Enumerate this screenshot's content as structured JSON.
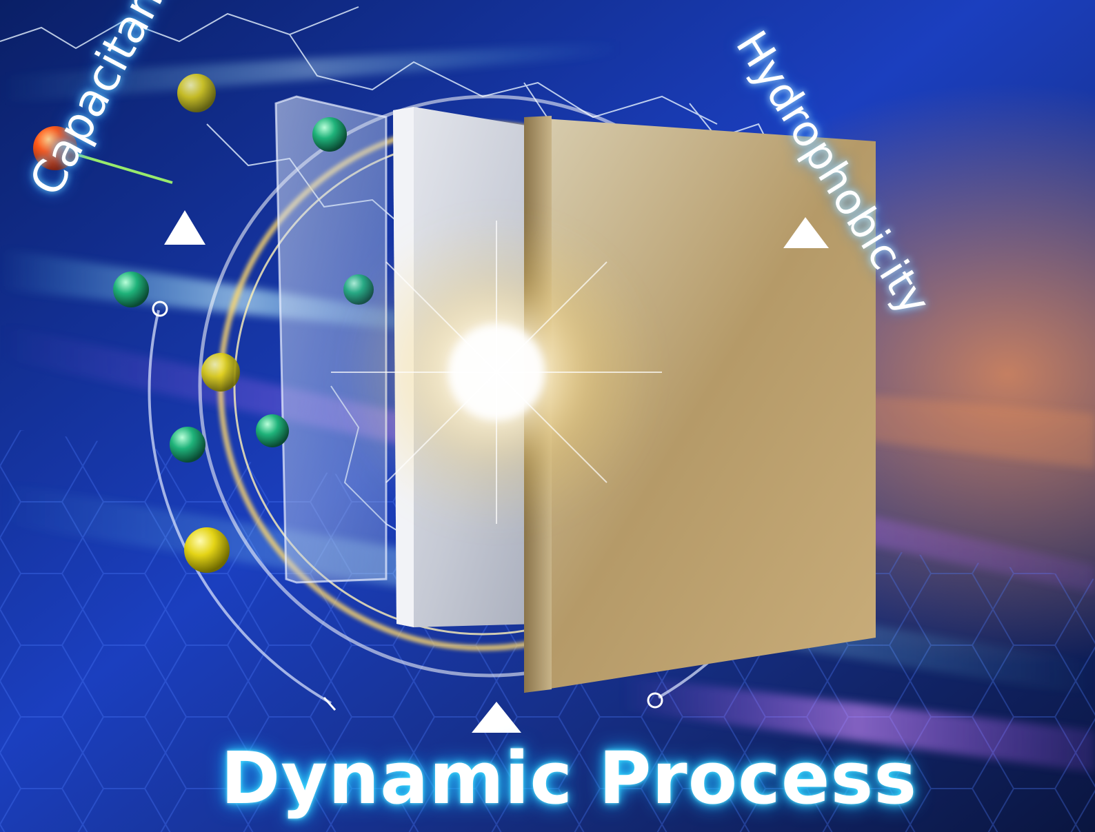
{
  "labels": {
    "capacitance": "Capacitance",
    "hydrophobicity": "Hydrophobicity",
    "dynamic_process": "Dynamic Process"
  },
  "colors": {
    "background_deep": "#0b1a4a",
    "background_blue": "#1f4fd6",
    "beam_purple": "#b65cff",
    "beam_orange": "#ff9a55",
    "glow_gold": "#ffd86b",
    "glow_cyan": "#35e0ff",
    "plate_gold": "#b59a68",
    "plate_silver": "#cfd3de",
    "plate_glass": "#b9c8e6",
    "sphere_orange": "#ff5a1a",
    "sphere_yellow": "#e4d416",
    "sphere_green": "#1fb37a"
  },
  "icons": {
    "triangle_markers": "triangle-up-icon",
    "spheres": "sphere-icon",
    "lightning": "lightning-icon",
    "hexagon_grid": "hexagon-grid"
  }
}
